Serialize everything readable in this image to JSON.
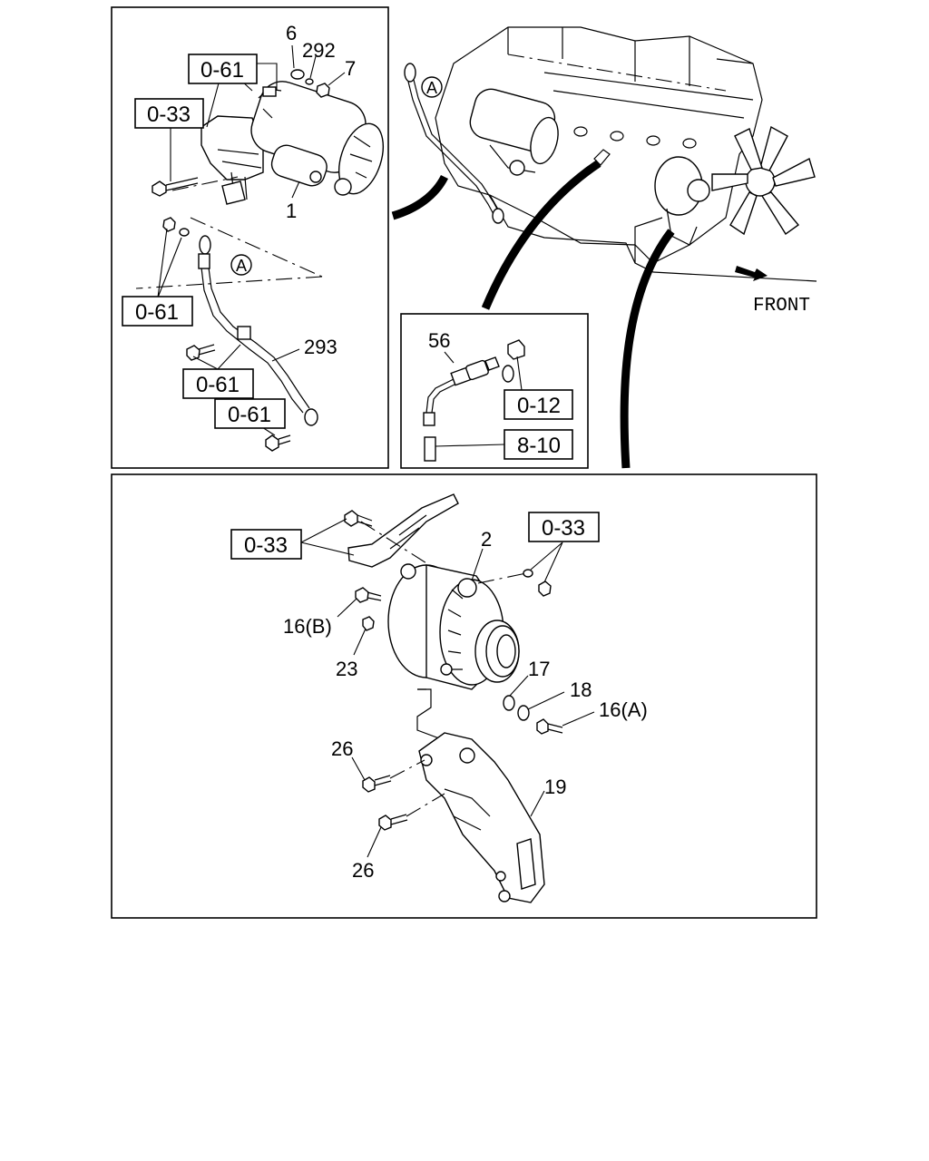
{
  "labels": {
    "p6": "6",
    "p292": "292",
    "p7": "7",
    "p1": "1",
    "p293": "293",
    "p56": "56",
    "p2": "2",
    "p16b": "16(B)",
    "p23": "23",
    "p17": "17",
    "p18": "18",
    "p16a": "16(A)",
    "p26a": "26",
    "p26b": "26",
    "p19": "19",
    "front": "FRONT",
    "circle_a1": "A",
    "circle_a2": "A"
  },
  "refs": {
    "r1": "0-61",
    "r2": "0-33",
    "r3": "0-61",
    "r4": "0-61",
    "r5": "0-61",
    "r6": "0-12",
    "r7": "8-10",
    "r8": "0-33",
    "r9": "0-33"
  }
}
